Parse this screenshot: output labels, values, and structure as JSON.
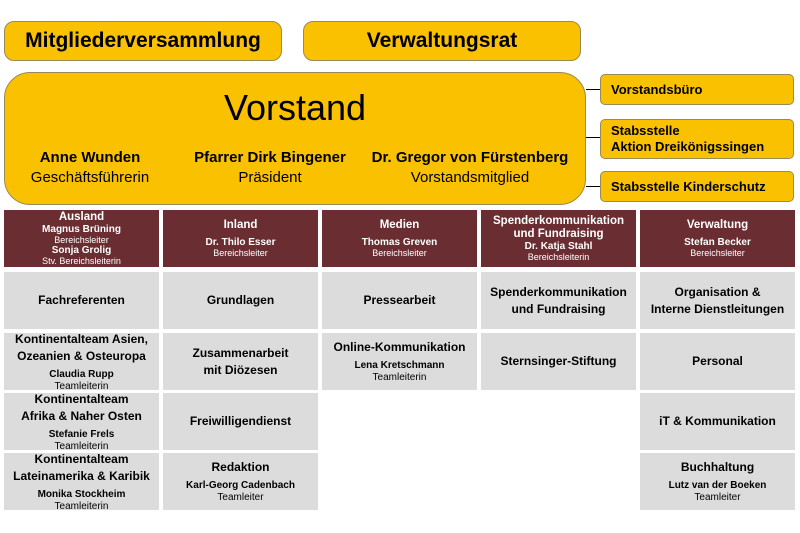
{
  "top_boxes": {
    "mitgliederversammlung": "Mitgliederversammlung",
    "verwaltungsrat": "Verwaltungsrat"
  },
  "vorstand": {
    "title": "Vorstand",
    "members": [
      {
        "name": "Anne Wunden",
        "role": "Geschäftsführerin"
      },
      {
        "name": "Pfarrer Dirk Bingener",
        "role": "Präsident"
      },
      {
        "name": "Dr. Gregor von Fürstenberg",
        "role": "Vorstandsmitglied"
      }
    ]
  },
  "staff_units": {
    "vorstandsbuero": "Vorstandsbüro",
    "stabsstelle_aktion_line1": "Stabsstelle",
    "stabsstelle_aktion_line2": "Aktion Dreikönigssingen",
    "kinderschutz": "Stabsstelle Kinderschutz"
  },
  "departments": [
    {
      "header": {
        "title": "Ausland",
        "people": [
          {
            "name": "Magnus Brüning",
            "role": "Bereichsleiter"
          },
          {
            "name": "Sonja Grolig",
            "role": "Stv. Bereichsleiterin"
          }
        ]
      },
      "units": [
        {
          "title_lines": [
            "Fachreferenten"
          ]
        },
        {
          "title_lines": [
            "Kontinentalteam Asien,",
            "Ozeanien & Osteuropa"
          ],
          "person": "Claudia Rupp",
          "role": "Teamleiterin"
        },
        {
          "title_lines": [
            "Kontinentalteam",
            "Afrika & Naher Osten"
          ],
          "person": "Stefanie Frels",
          "role": "Teamleiterin"
        },
        {
          "title_lines": [
            "Kontinentalteam",
            "Lateinamerika & Karibik"
          ],
          "person": "Monika Stockheim",
          "role": "Teamleiterin"
        }
      ]
    },
    {
      "header": {
        "title": "Inland",
        "people": [
          {
            "name": "Dr. Thilo Esser",
            "role": "Bereichsleiter"
          }
        ]
      },
      "units": [
        {
          "title_lines": [
            "Grundlagen"
          ]
        },
        {
          "title_lines": [
            "Zusammenarbeit",
            "mit Diözesen"
          ]
        },
        {
          "title_lines": [
            "Freiwilligendienst"
          ]
        },
        {
          "title_lines": [
            "Redaktion"
          ],
          "person": "Karl-Georg Cadenbach",
          "role": "Teamleiter"
        }
      ]
    },
    {
      "header": {
        "title": "Medien",
        "people": [
          {
            "name": "Thomas Greven",
            "role": "Bereichsleiter"
          }
        ]
      },
      "units": [
        {
          "title_lines": [
            "Pressearbeit"
          ]
        },
        {
          "title_lines": [
            "Online-Kommunikation"
          ],
          "person": "Lena Kretschmann",
          "role": "Teamleiterin"
        }
      ]
    },
    {
      "header": {
        "title_lines": [
          "Spenderkommunikation",
          "und Fundraising"
        ],
        "people": [
          {
            "name": "Dr. Katja Stahl",
            "role": "Bereichsleiterin"
          }
        ]
      },
      "units": [
        {
          "title_lines": [
            "Spenderkommunikation",
            "und Fundraising"
          ]
        },
        {
          "title_lines": [
            "Sternsinger-Stiftung"
          ]
        }
      ]
    },
    {
      "header": {
        "title": "Verwaltung",
        "people": [
          {
            "name": "Stefan Becker",
            "role": "Bereichsleiter"
          }
        ]
      },
      "units": [
        {
          "title_lines": [
            "Organisation &",
            "Interne Dienstleitungen"
          ]
        },
        {
          "title_lines": [
            "Personal"
          ]
        },
        {
          "title_lines": [
            "iT & Kommunikation"
          ]
        },
        {
          "title_lines": [
            "Buchhaltung"
          ],
          "person": "Lutz van der Boeken",
          "role": "Teamleiter"
        }
      ]
    }
  ],
  "colors": {
    "yellow": "#F9C100",
    "header_red": "#6A2E32",
    "unit_gray": "#DCDCDC"
  }
}
